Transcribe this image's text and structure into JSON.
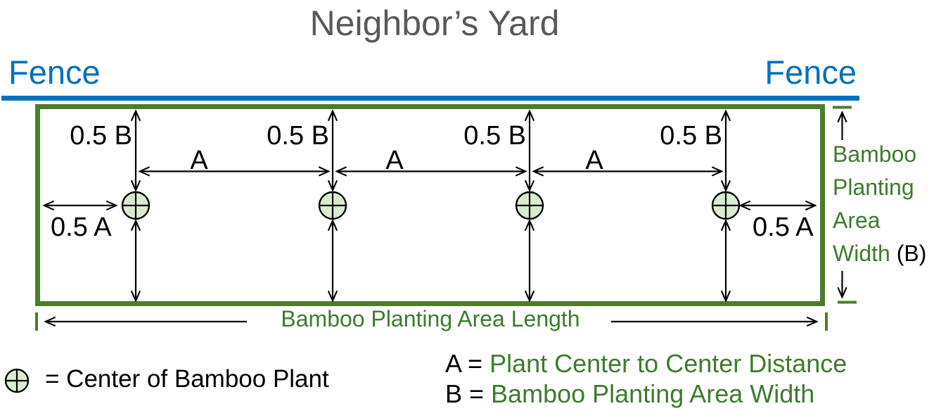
{
  "title": "Neighbor’s Yard",
  "fence": {
    "left_label": "Fence",
    "right_label": "Fence"
  },
  "plant_count": 4,
  "dimensions": {
    "half_b_label": "0.5 B",
    "a_label": "A",
    "half_a_label": "0.5 A",
    "length_label": "Bamboo Planting Area Length",
    "width_label_line1": "Bamboo",
    "width_label_line2": "Planting",
    "width_label_line3": "Area",
    "width_label_line4_green": "Width",
    "width_label_line4_black": "(B)"
  },
  "legend": {
    "symbol_meaning": "= Center of Bamboo Plant",
    "a_prefix": "A = ",
    "a_text": "Plant Center to Center Distance",
    "b_prefix": "B = ",
    "b_text": "Bamboo Planting Area Width"
  },
  "colors": {
    "fence_blue": "#0070C0",
    "border_green": "#4e7c2c",
    "text_green": "#3e7b2e",
    "title_gray": "#595959",
    "plant_fill": "#d9ecd0",
    "ink": "#000000"
  }
}
